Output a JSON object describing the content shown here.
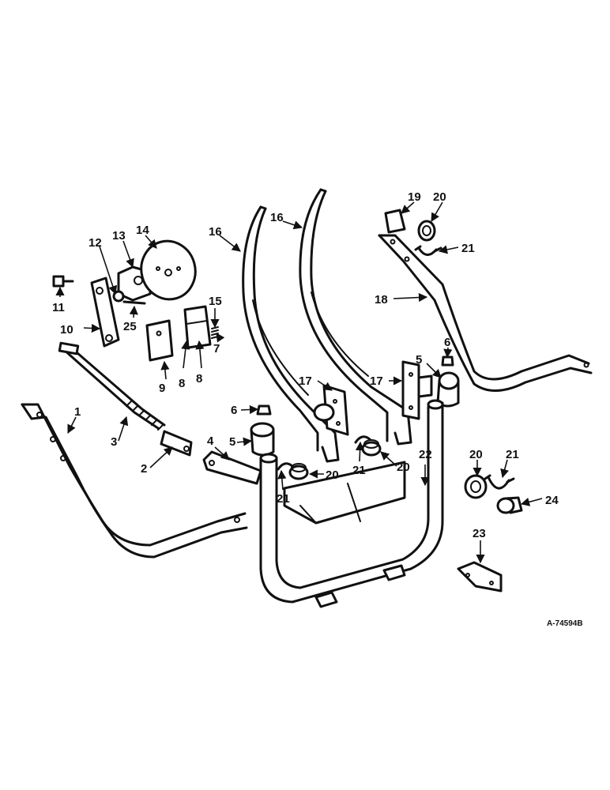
{
  "drawing_number": "A-74594B",
  "callouts": [
    "1",
    "2",
    "3",
    "4",
    "5",
    "5",
    "6",
    "6",
    "7",
    "8",
    "8",
    "9",
    "10",
    "11",
    "12",
    "13",
    "14",
    "15",
    "16",
    "16",
    "17",
    "17",
    "18",
    "19",
    "20",
    "20",
    "20",
    "20",
    "21",
    "21",
    "21",
    "21",
    "22",
    "23",
    "24",
    "25"
  ]
}
